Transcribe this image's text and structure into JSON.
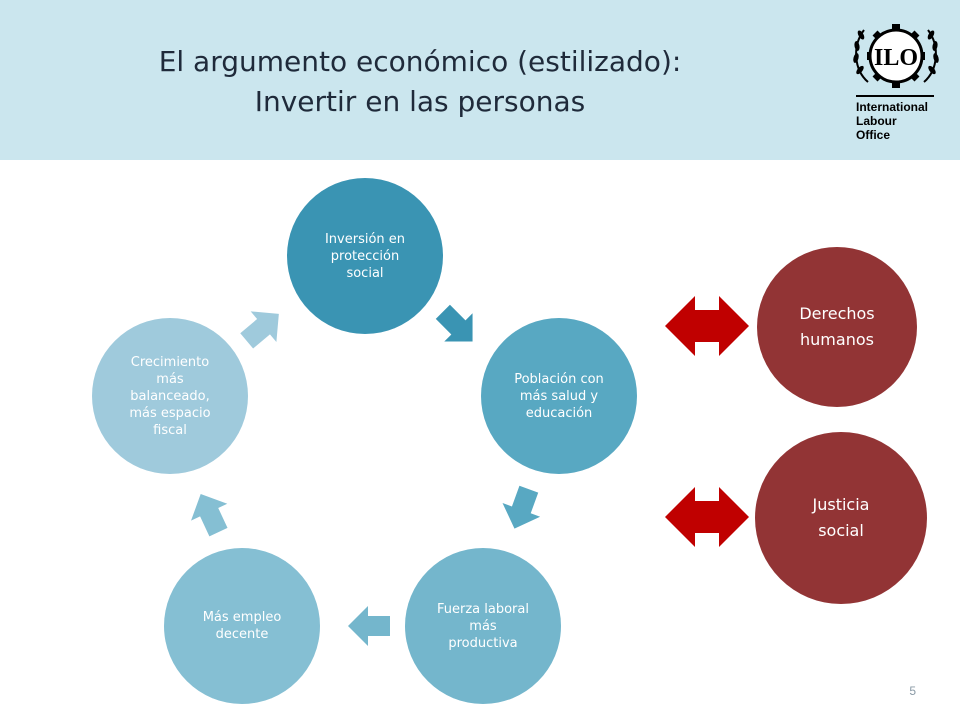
{
  "slide": {
    "title_line1": "El argumento económico (estilizado):",
    "title_line2": "Invertir en las personas",
    "logo": {
      "mark": "ILO",
      "text": [
        "International",
        "Labour",
        "Office"
      ]
    },
    "page_number": "5"
  },
  "cycle": {
    "nodes": [
      {
        "lines": [
          "Inversión en",
          "protección",
          "social"
        ],
        "color": "#3a94b3"
      },
      {
        "lines": [
          "Población con",
          "más salud y",
          "educación"
        ],
        "color": "#58a8c2"
      },
      {
        "lines": [
          "Fuerza laboral",
          "más",
          "productiva"
        ],
        "color": "#74b6cc"
      },
      {
        "lines": [
          "Más empleo",
          "decente"
        ],
        "color": "#85bfd3"
      },
      {
        "lines": [
          "Crecimiento",
          "más",
          "balanceado,",
          "más espacio",
          "fiscal"
        ],
        "color": "#9fcadc"
      }
    ],
    "arrow_colors": [
      "#3a94b3",
      "#58a8c2",
      "#74b6cc",
      "#85bfd3",
      "#9fcadc"
    ]
  },
  "side": {
    "items": [
      {
        "lines": [
          "Derechos",
          "humanos"
        ]
      },
      {
        "lines": [
          "Justicia",
          "social"
        ]
      }
    ],
    "circle_color": "#923435",
    "arrow_color": "#c00000"
  },
  "colors": {
    "header_bg": "#cbe6ee",
    "title_text": "#1f2a3a"
  }
}
